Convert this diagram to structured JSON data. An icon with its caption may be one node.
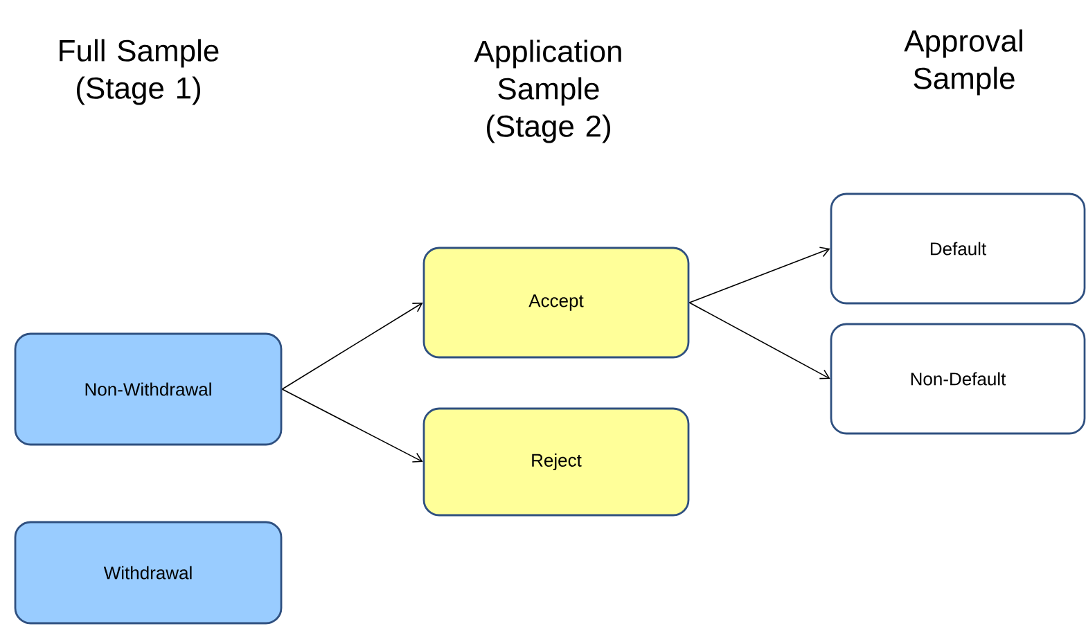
{
  "diagram": {
    "nodes": [
      {
        "text": [
          "Non-Withdrawal"
        ]
      },
      {
        "text": [
          "Withdrawal"
        ]
      },
      {
        "text": [
          "Accept"
        ]
      },
      {
        "text": [
          "Reject"
        ]
      },
      {
        "text": [
          "Default"
        ]
      },
      {
        "text": [
          "Non-Default"
        ]
      }
    ],
    "edges": [
      {
        "from": 0,
        "to": 2,
        "arrow": "to"
      },
      {
        "from": 0,
        "to": 3,
        "arrow": "to"
      },
      {
        "from": 2,
        "to": 4,
        "arrow": "to"
      },
      {
        "from": 2,
        "to": 5,
        "arrow": "to"
      }
    ],
    "labels": [
      "Full Sample (Stage 1)",
      "Application Sample (Stage 2)",
      "Approval Sample"
    ]
  }
}
